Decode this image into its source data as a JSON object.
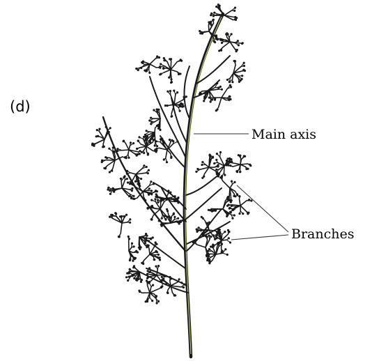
{
  "figure": {
    "panel_tag": "(d)",
    "labels": {
      "main_axis": "Main axis",
      "branches": "Branches"
    },
    "colors": {
      "ink": "#1a1a1a",
      "axis_highlight": "#b8c46a",
      "background": "#ffffff"
    }
  }
}
